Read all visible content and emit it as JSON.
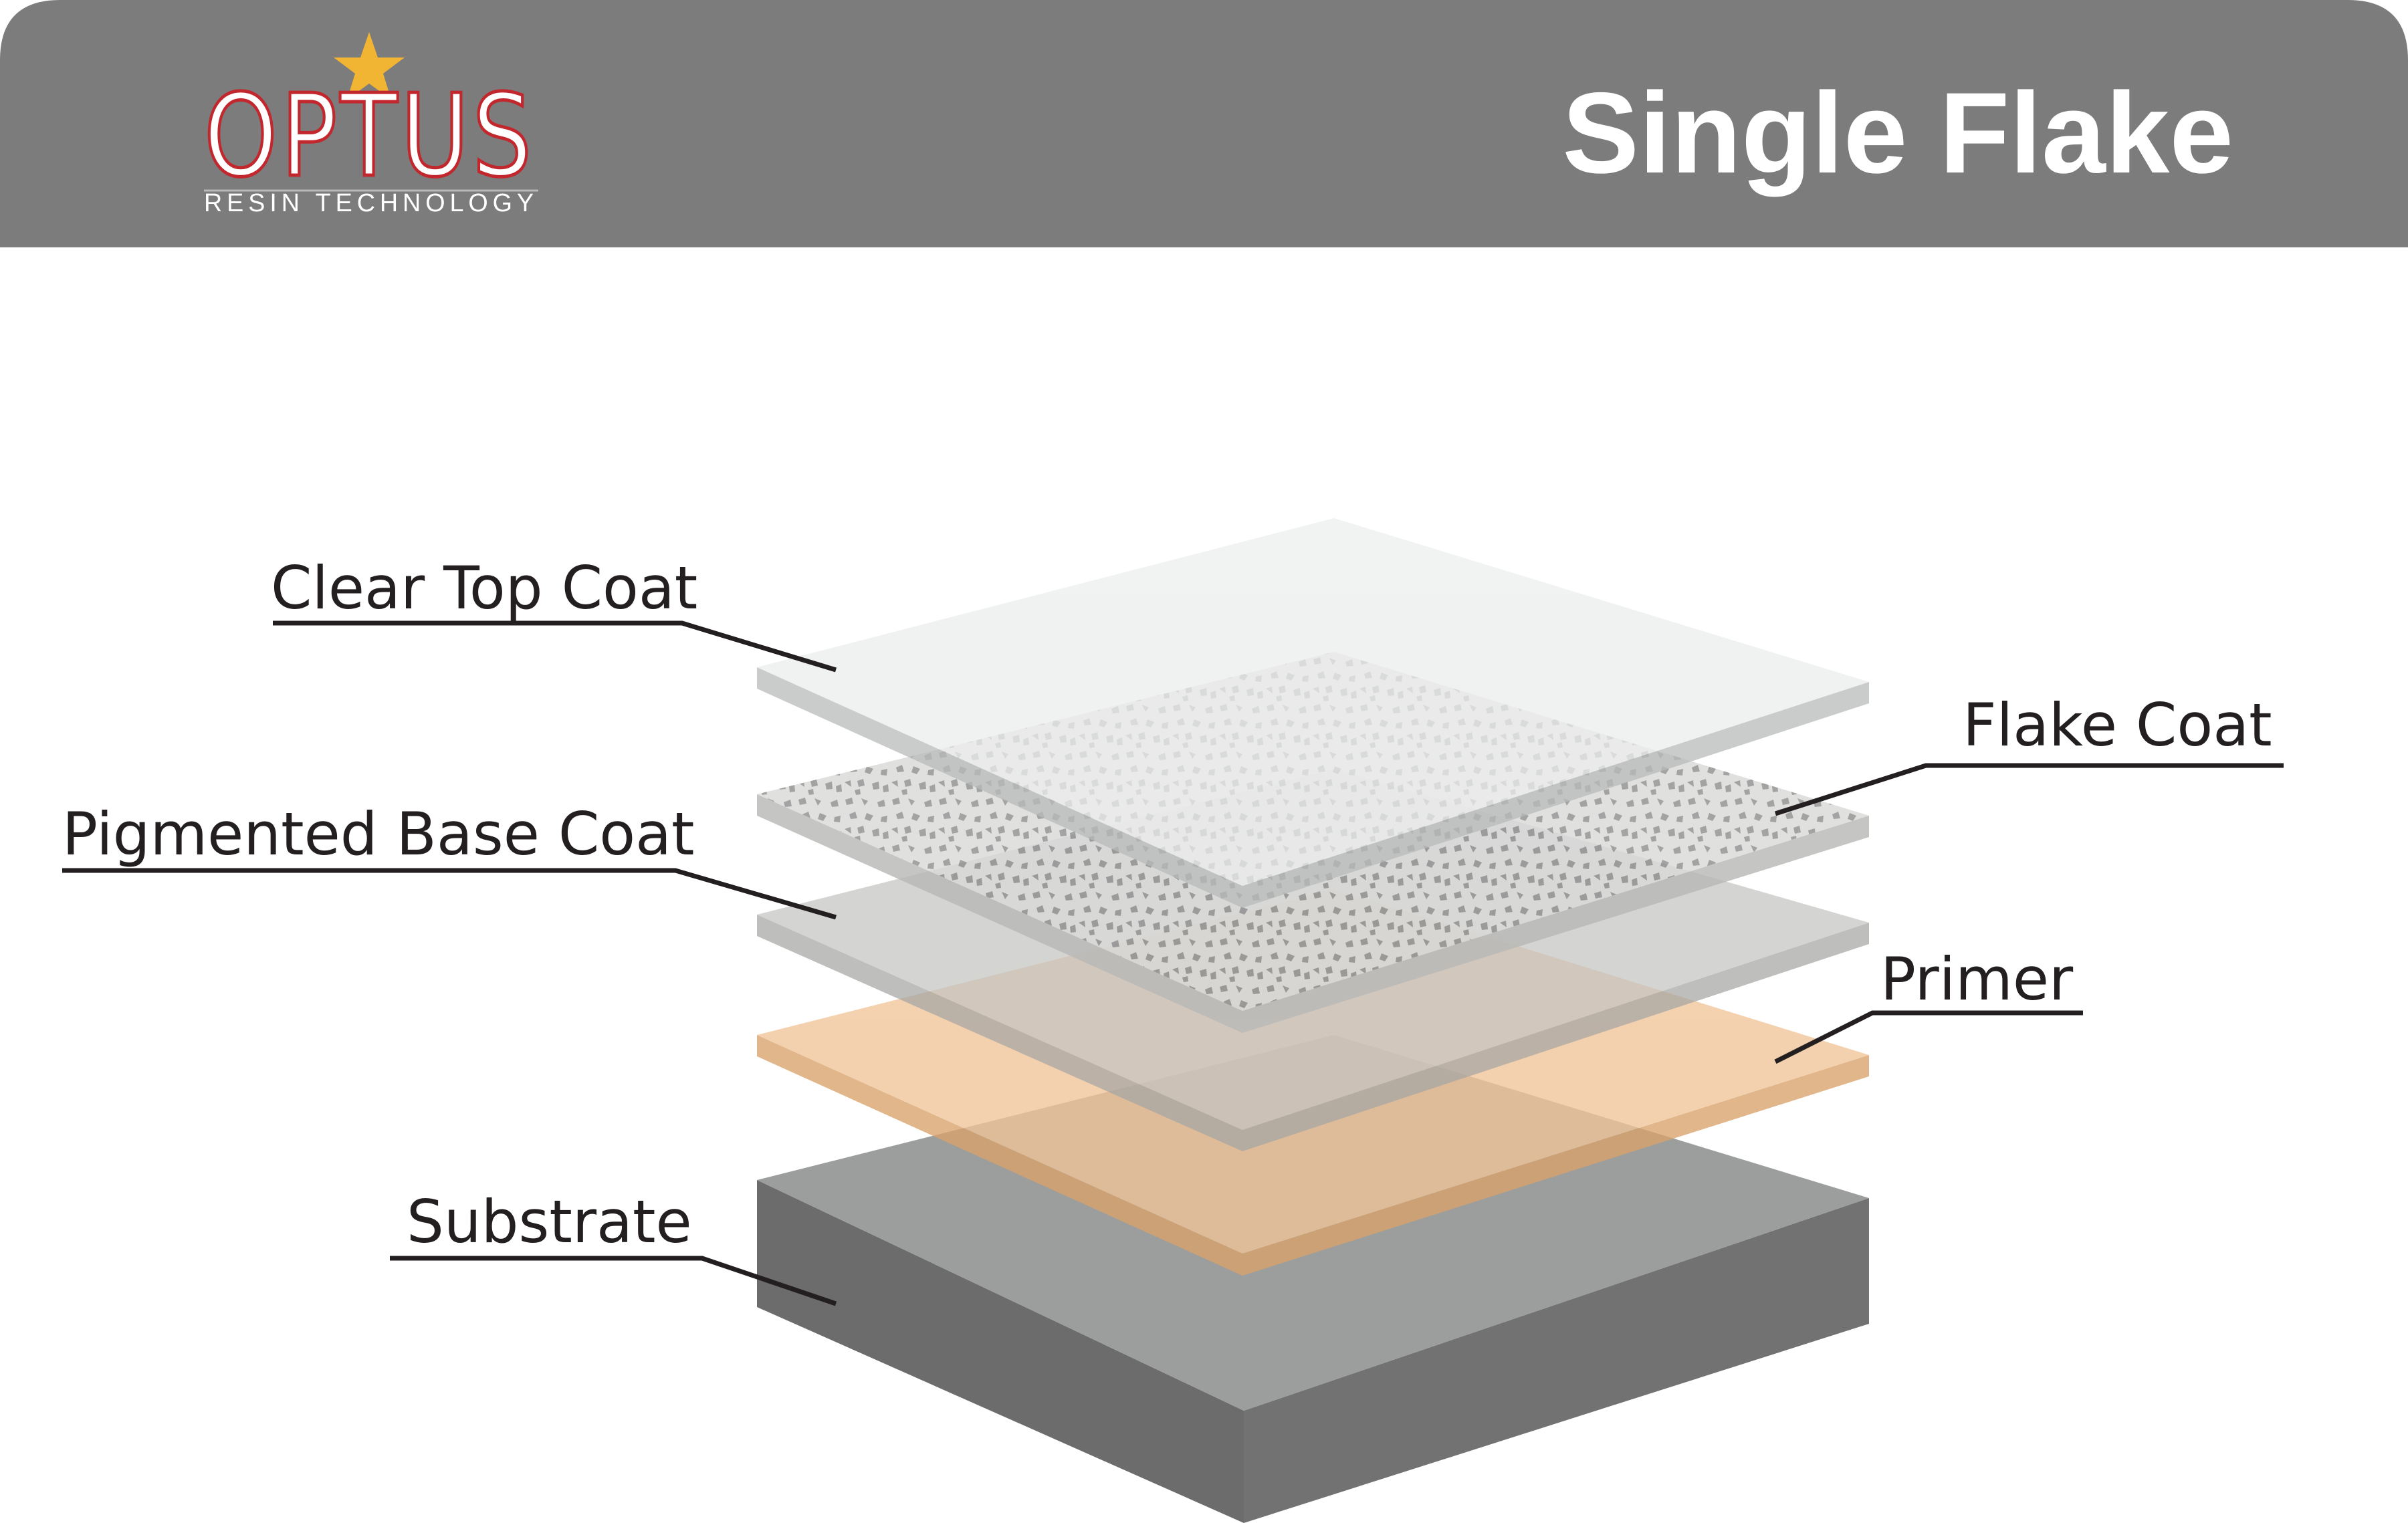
{
  "header": {
    "title": "Single Flake",
    "background_color": "#7b7c7b"
  },
  "logo": {
    "wordmark": "OPTUS",
    "tagline": "RESIN TECHNOLOGY",
    "star_color": "#f2b533",
    "outline_color": "#c1272d"
  },
  "layers": [
    {
      "id": "clear-top-coat",
      "label": "Clear Top Coat",
      "top_color": "#eceeed",
      "side_color": "#b9bbba"
    },
    {
      "id": "flake-coat",
      "label": "Flake Coat",
      "top_color": "#dadad9",
      "side_color": "#b9b9b8",
      "flake_color": "#8f8f8f"
    },
    {
      "id": "pigmented-base-coat",
      "label": "Pigmented Base Coat",
      "top_color": "#c4c4c3",
      "side_color": "#a6a6a5"
    },
    {
      "id": "primer",
      "label": "Primer",
      "top_color": "#f2c598",
      "side_color": "#e3b585"
    },
    {
      "id": "substrate",
      "label": "Substrate",
      "top_color": "#9c9e9d",
      "side_color": "#727272"
    }
  ]
}
